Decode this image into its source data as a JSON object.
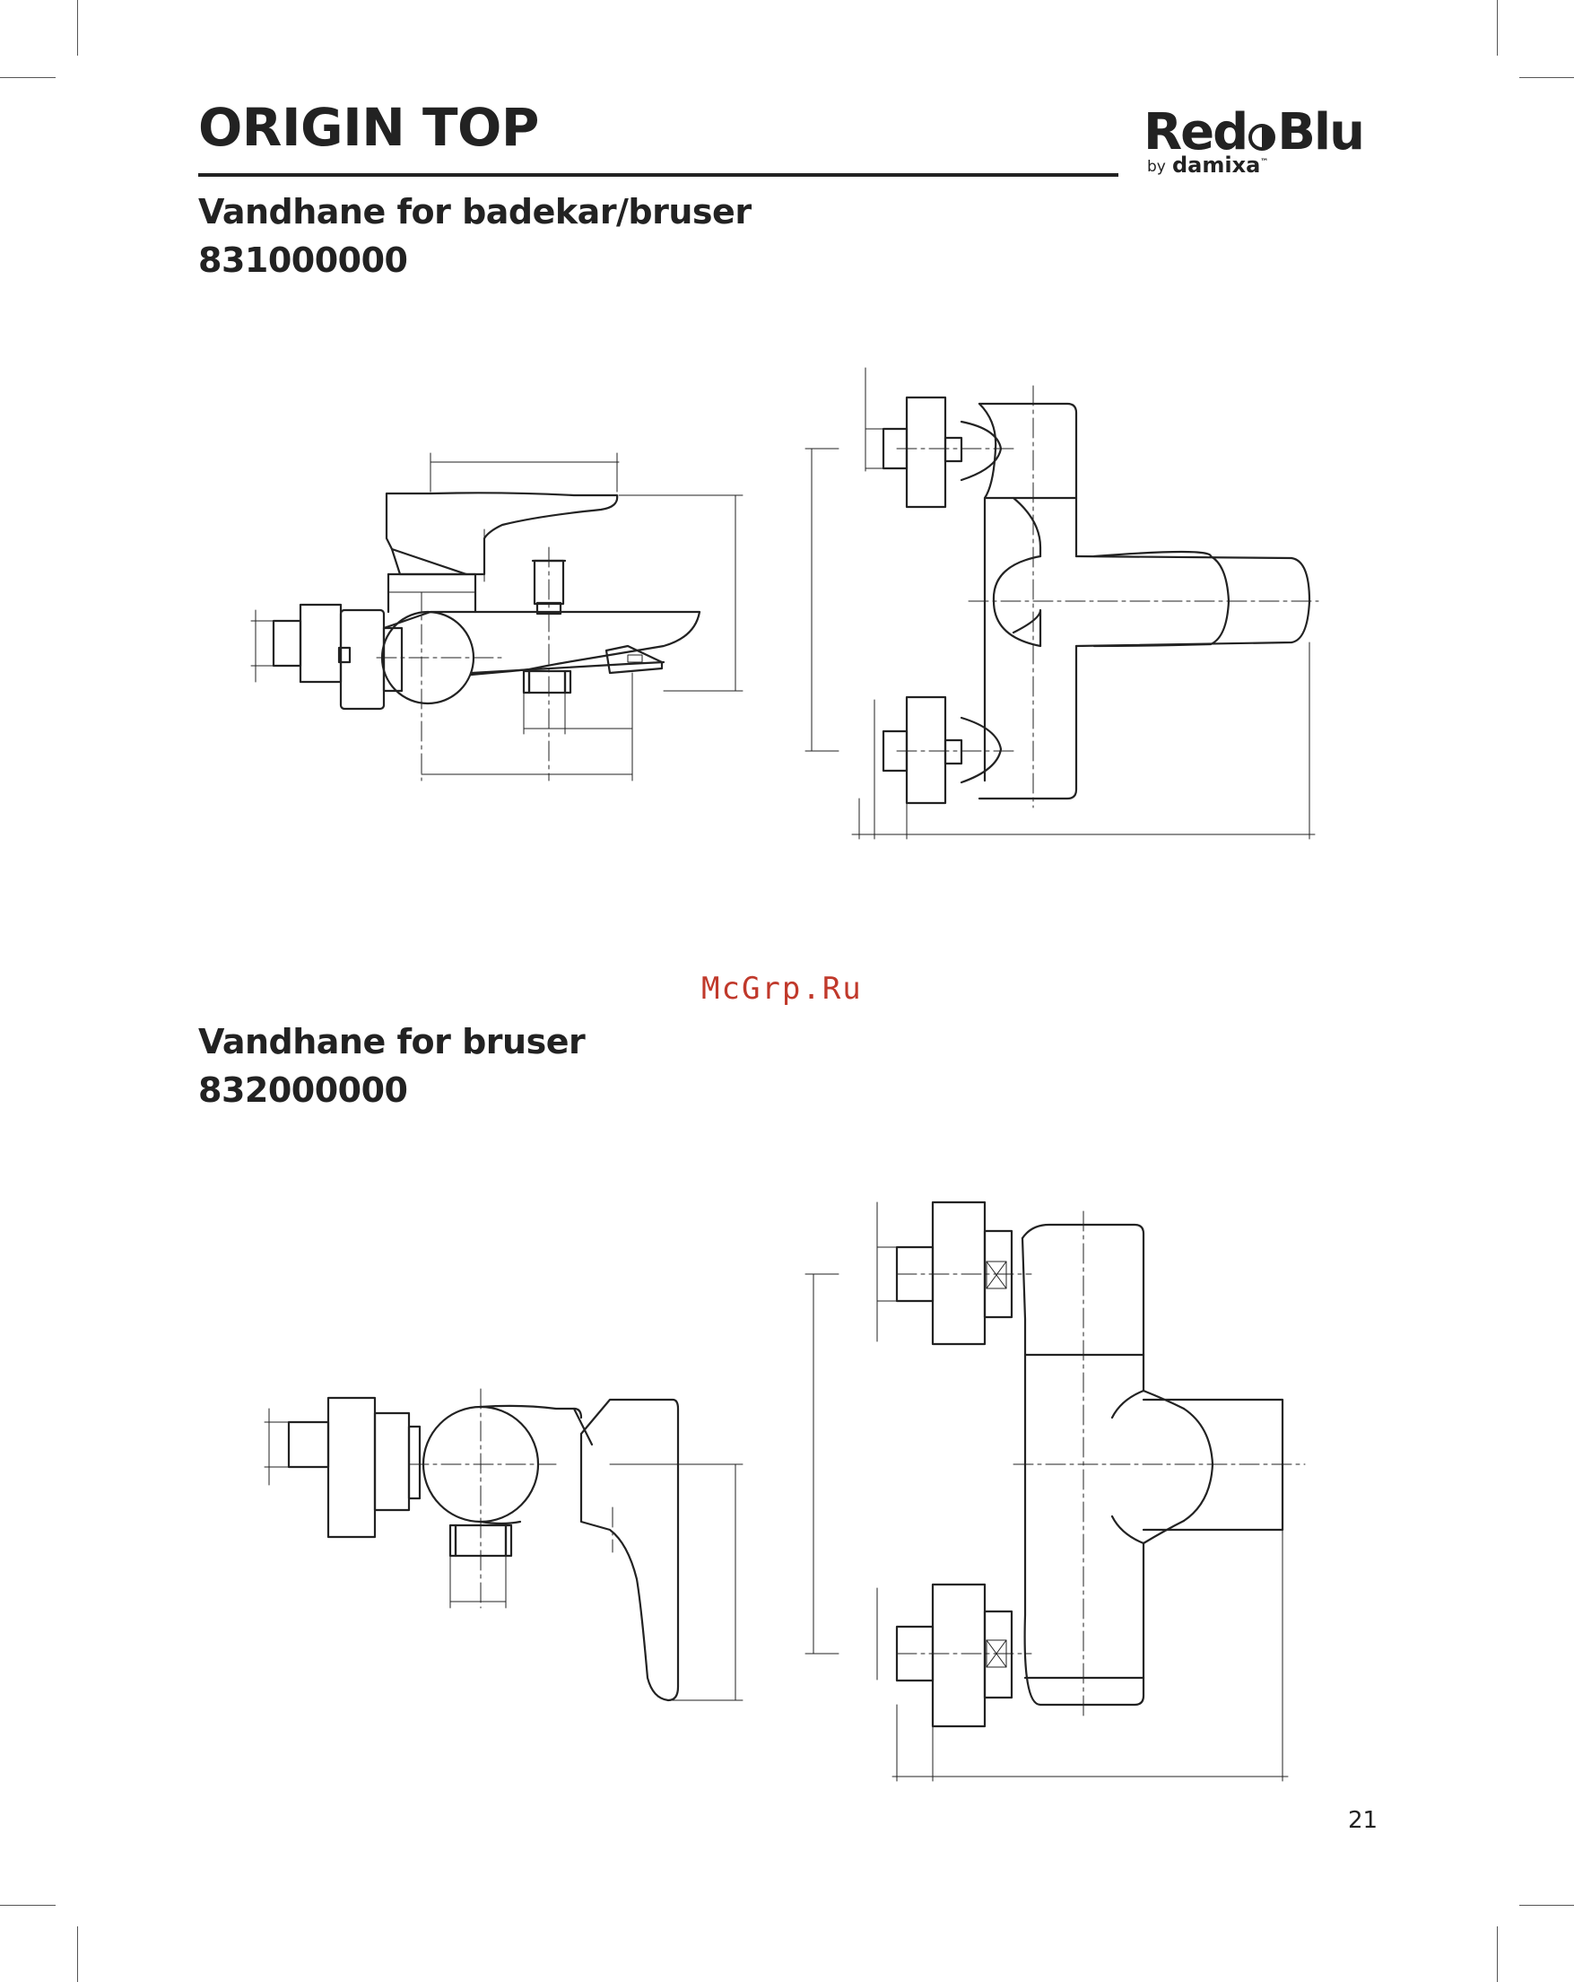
{
  "header": {
    "title": "ORIGIN TOP",
    "logo": {
      "brand_left": "Red",
      "brand_right": "Blu",
      "by": "by",
      "sub": "damixa",
      "tm": "™"
    }
  },
  "sections": [
    {
      "title": "Vandhane for badekar/bruser",
      "code": "831000000"
    },
    {
      "title": "Vandhane for bruser",
      "code": "832000000"
    }
  ],
  "watermark": "McGrp.Ru",
  "page_number": "21"
}
